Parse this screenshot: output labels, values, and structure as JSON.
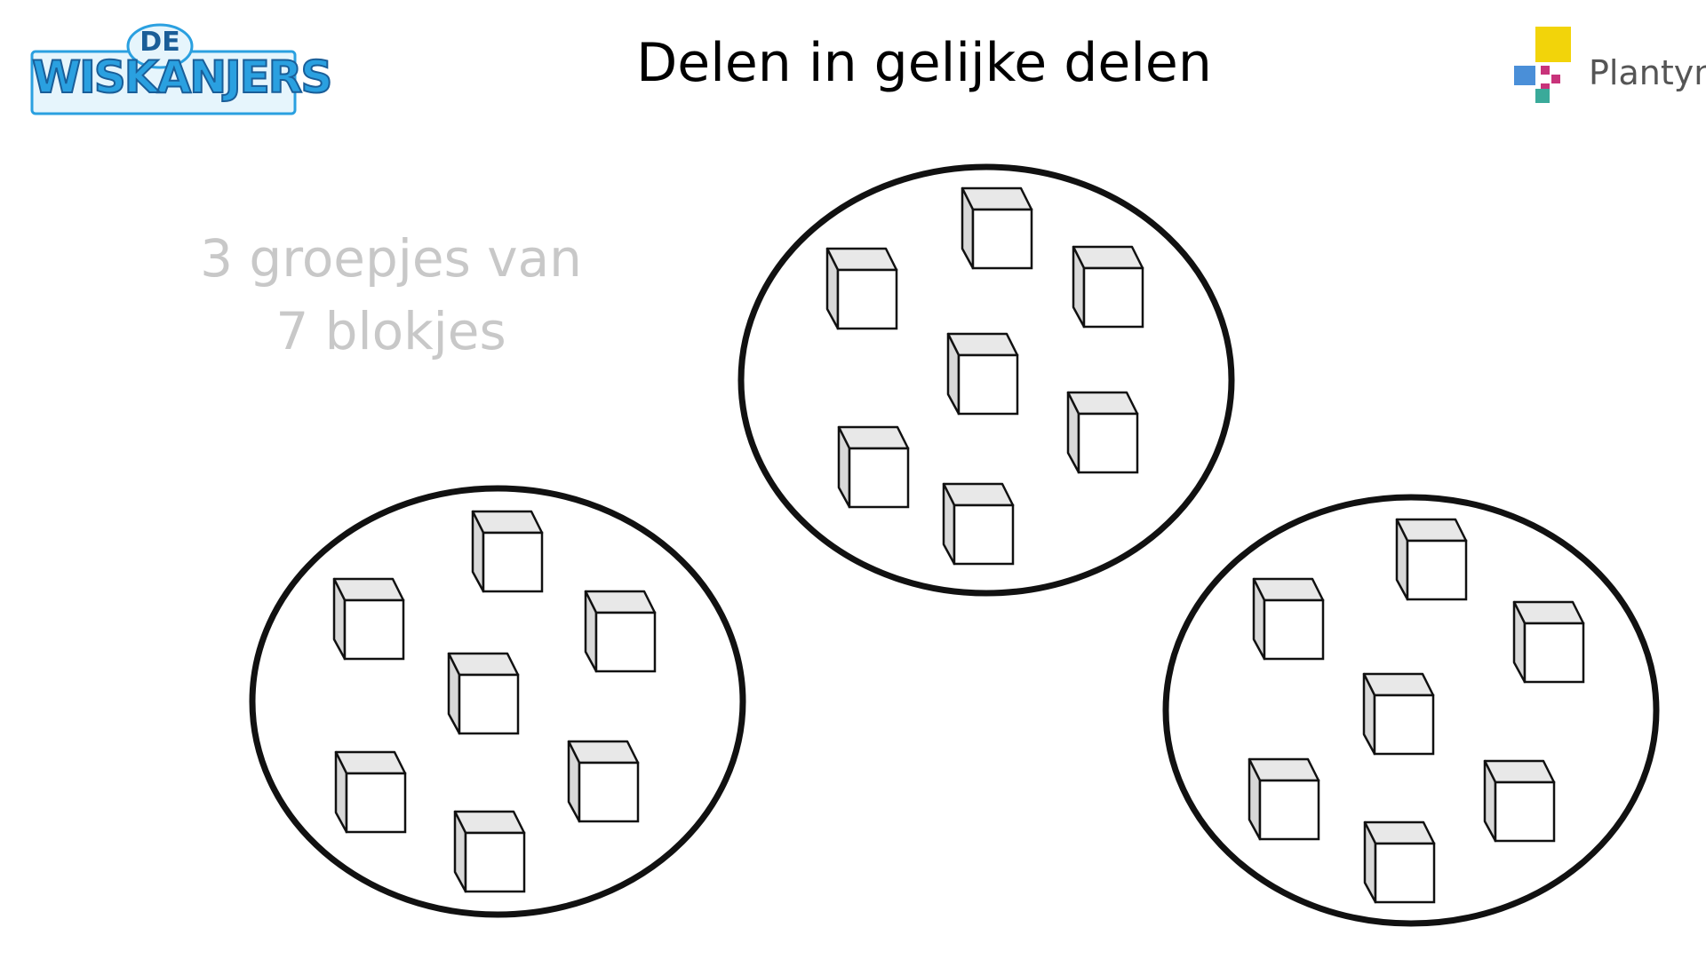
{
  "slide": {
    "title": "Delen in gelijke delen",
    "caption_line1": "3 groepjes van",
    "caption_line2": "7 blokjes"
  },
  "logos": {
    "left_top": "DE",
    "left_main": "WISKANJERS",
    "right_name": "Plantyn"
  },
  "colors": {
    "title": "#000000",
    "caption": "#c8c8c8",
    "outline": "#111111",
    "cube_top": "#e8e8e8",
    "cube_side": "#d8d8d8",
    "cube_front": "#ffffff",
    "wiskanjers_blue": "#2aa0e0",
    "wiskanjers_dark": "#1a5e98",
    "plantyn_yellow": "#f2d40a",
    "plantyn_blue": "#4a8fd8",
    "plantyn_pink": "#c8337a",
    "plantyn_teal": "#3aaa9a"
  },
  "diagram": {
    "groups": 3,
    "blocks_per_group": 7
  }
}
